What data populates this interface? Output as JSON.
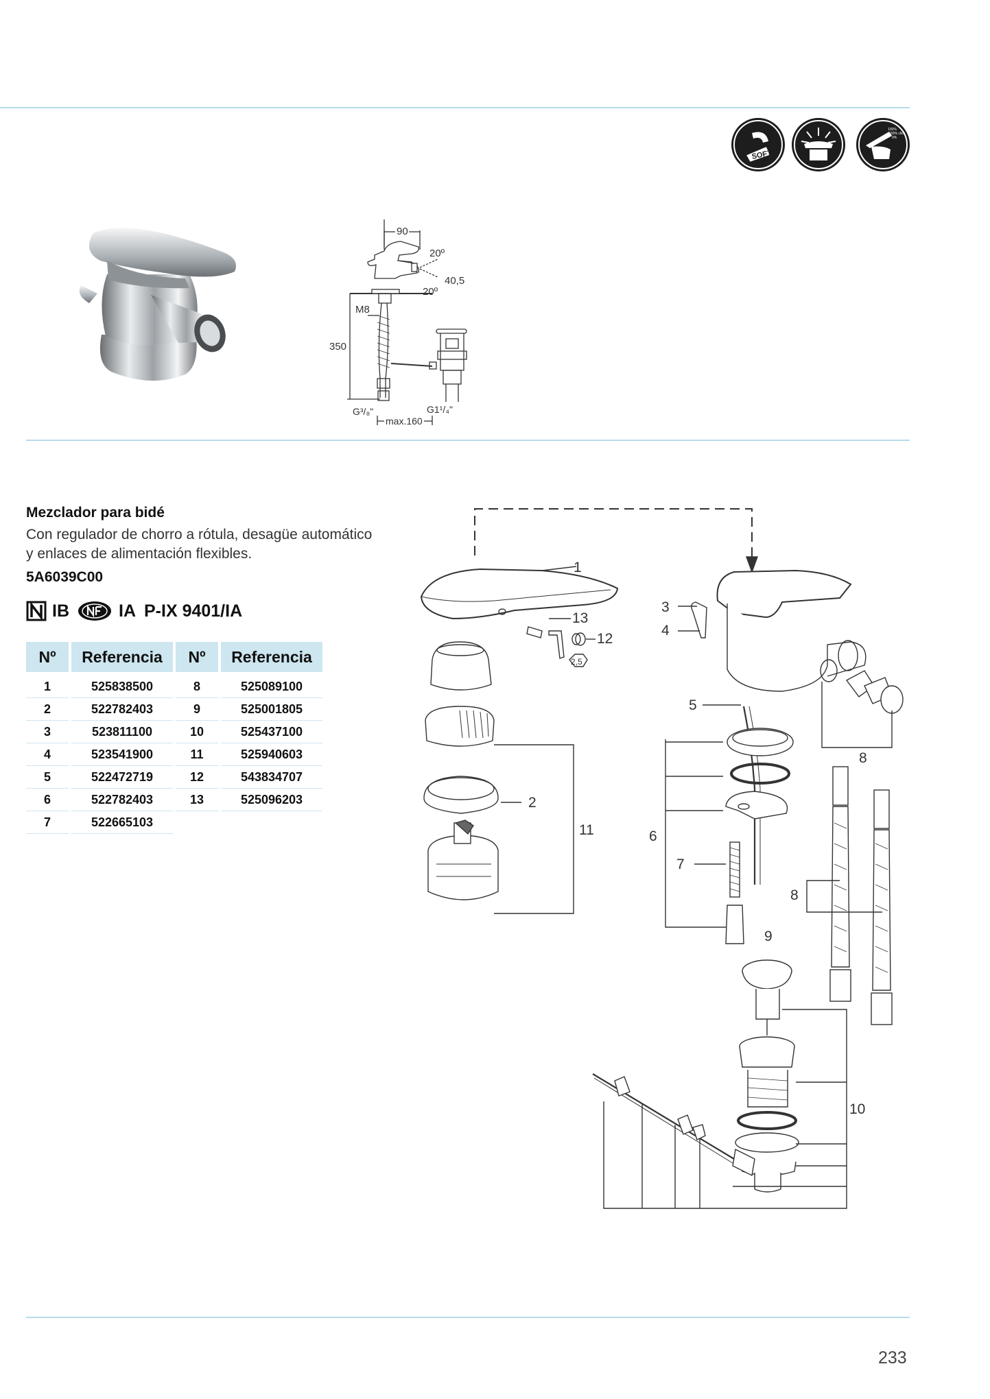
{
  "product": {
    "name": "Mezclador para bidé",
    "description_lines": [
      "Con regulador de chorro a rótula, desagüe automático",
      "y enlaces de alimentación flexibles."
    ],
    "code": "5A6039C00",
    "certifications": [
      "IB",
      "IA",
      "P-IX 9401/IA"
    ]
  },
  "icons": [
    {
      "name": "soft-icon",
      "label": "SOFT"
    },
    {
      "name": "cold-start-icon",
      "label": ""
    },
    {
      "name": "eco-click-icon",
      "label": "100% 50% click 0%"
    }
  ],
  "dimensions": {
    "width_top": "90",
    "angle_upper": "20º",
    "angle_lower": "20º",
    "outlet_height": "40,5",
    "thread_m": "M8",
    "hose_length": "350",
    "inlet_thread": "G³/₈\"",
    "waste_thread": "G1¹/₄\"",
    "max_distance": "max.160"
  },
  "table": {
    "headers": [
      "Nº",
      "Referencia",
      "Nº",
      "Referencia"
    ],
    "left": [
      {
        "n": "1",
        "ref": "525838500"
      },
      {
        "n": "2",
        "ref": "522782403"
      },
      {
        "n": "3",
        "ref": "523811100"
      },
      {
        "n": "4",
        "ref": "523541900"
      },
      {
        "n": "5",
        "ref": "522472719"
      },
      {
        "n": "6",
        "ref": "522782403"
      },
      {
        "n": "7",
        "ref": "522665103"
      }
    ],
    "right": [
      {
        "n": "8",
        "ref": "525089100"
      },
      {
        "n": "9",
        "ref": "525001805"
      },
      {
        "n": "10",
        "ref": "525437100"
      },
      {
        "n": "11",
        "ref": "525940603"
      },
      {
        "n": "12",
        "ref": "543834707"
      },
      {
        "n": "13",
        "ref": "525096203"
      }
    ]
  },
  "callouts": {
    "c1": "1",
    "c2": "2",
    "c3": "3",
    "c4": "4",
    "c5": "5",
    "c6": "6",
    "c7": "7",
    "c8a": "8",
    "c8b": "8",
    "c9": "9",
    "c10": "10",
    "c11": "11",
    "c12": "12",
    "c13": "13",
    "allen_key": "2,5"
  },
  "page_number": "233"
}
